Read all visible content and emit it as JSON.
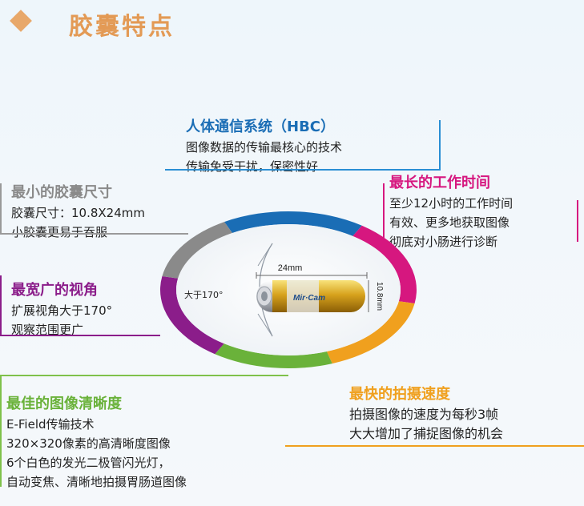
{
  "header": {
    "title": "胶囊特点"
  },
  "colors": {
    "title": "#e39a55",
    "hbc": "#1a6db5",
    "size": "#8a8a8a",
    "time": "#d6177f",
    "view": "#8b1d8a",
    "clarity": "#6ab23a",
    "speed": "#f0a01e"
  },
  "hbc": {
    "title": "人体通信系统（HBC）",
    "lines": [
      "图像数据的传输最核心的技术",
      "传输免受干扰，保密性好"
    ]
  },
  "size": {
    "title": "最小的胶囊尺寸",
    "lines": [
      "胶囊尺寸：10.8X24mm",
      "小胶囊更易于吞服"
    ]
  },
  "time": {
    "title": "最长的工作时间",
    "lines": [
      "至少12小时的工作时间",
      "有效、更多地获取图像",
      "彻底对小肠进行诊断"
    ]
  },
  "view": {
    "title": "最宽广的视角",
    "lines": [
      "扩展视角大于170°",
      "观察范围更广"
    ]
  },
  "clarity": {
    "title": "最佳的图像清晰度",
    "lines": [
      "E-Field传输技术",
      "320×320像素的高清晰度图像",
      "6个白色的发光二极管闪光灯，",
      "自动变焦、清晰地拍摄胃肠道图像"
    ]
  },
  "speed": {
    "title": "最快的拍摄速度",
    "lines": [
      "拍摄图像的速度为每秒3帧",
      "大大增加了捕捉图像的机会"
    ]
  },
  "capsule": {
    "length_label": "24mm",
    "diameter_label": "10.8mm",
    "angle_label": "大于170°",
    "brand": "Mir·Cam"
  }
}
